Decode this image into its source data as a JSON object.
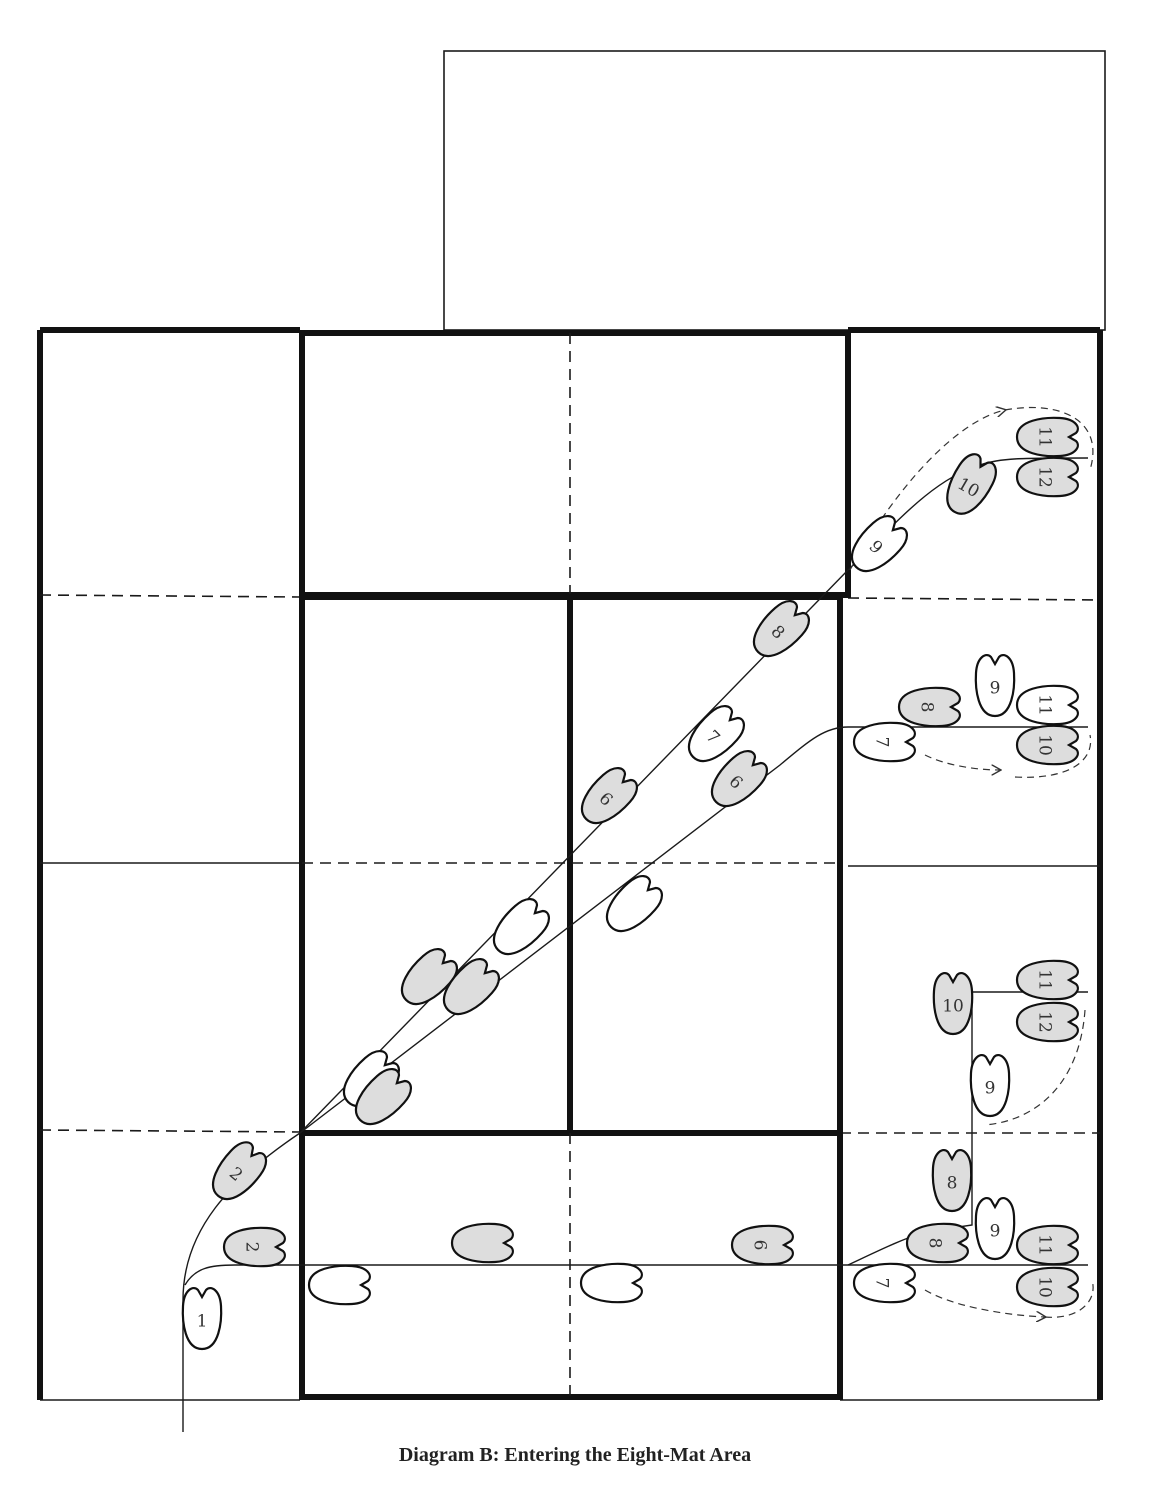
{
  "caption": "Diagram B: Entering the Eight-Mat Area",
  "footprint_labels": [
    "1",
    "2",
    "2",
    "",
    "",
    "",
    "6",
    "7",
    "8",
    "9",
    "11",
    "10",
    "8",
    "9",
    "10",
    "11",
    "12",
    "7",
    "8",
    "9",
    "11",
    "10",
    "9",
    "10",
    "11",
    "12",
    "8",
    "7",
    "6",
    "6",
    "",
    "",
    "",
    "",
    "",
    ""
  ]
}
